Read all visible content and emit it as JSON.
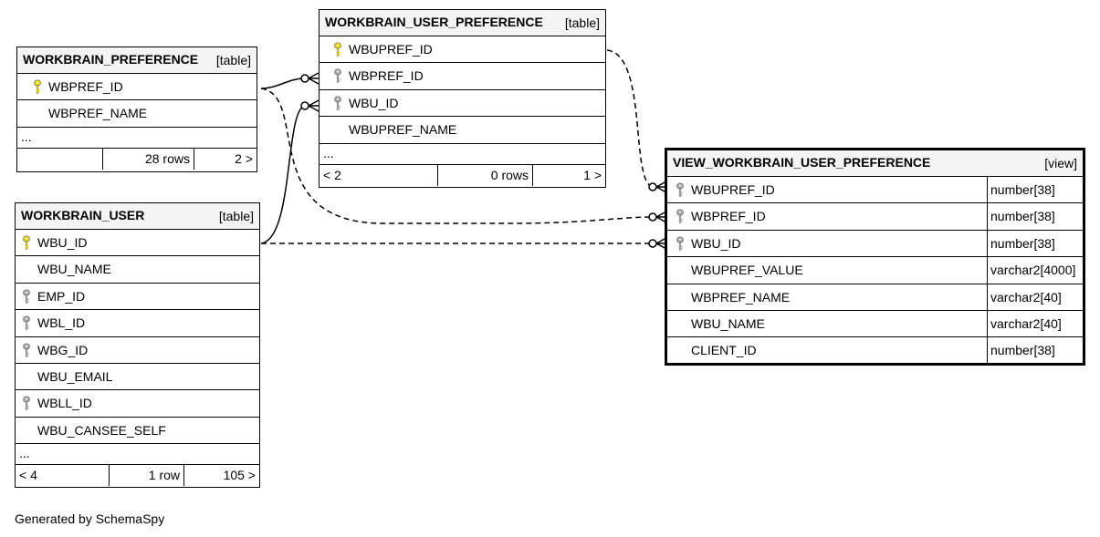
{
  "tables": {
    "workbrain_preference": {
      "name": "WORKBRAIN_PREFERENCE",
      "kind": "[table]",
      "columns": [
        {
          "name": "WBPREF_ID",
          "key": "primary"
        },
        {
          "name": "WBPREF_NAME",
          "key": "none"
        }
      ],
      "ellipsis": "...",
      "footer": {
        "left": "",
        "rows": "28 rows",
        "right": "2 >"
      }
    },
    "workbrain_user_preference": {
      "name": "WORKBRAIN_USER_PREFERENCE",
      "kind": "[table]",
      "columns": [
        {
          "name": "WBUPREF_ID",
          "key": "primary"
        },
        {
          "name": "WBPREF_ID",
          "key": "foreign"
        },
        {
          "name": "WBU_ID",
          "key": "foreign"
        },
        {
          "name": "WBUPREF_NAME",
          "key": "none"
        }
      ],
      "ellipsis": "...",
      "footer": {
        "left": "< 2",
        "rows": "0 rows",
        "right": "1 >"
      }
    },
    "workbrain_user": {
      "name": "WORKBRAIN_USER",
      "kind": "[table]",
      "columns": [
        {
          "name": "WBU_ID",
          "key": "primary"
        },
        {
          "name": "WBU_NAME",
          "key": "none"
        },
        {
          "name": "EMP_ID",
          "key": "foreign"
        },
        {
          "name": "WBL_ID",
          "key": "foreign"
        },
        {
          "name": "WBG_ID",
          "key": "foreign"
        },
        {
          "name": "WBU_EMAIL",
          "key": "none"
        },
        {
          "name": "WBLL_ID",
          "key": "foreign"
        },
        {
          "name": "WBU_CANSEE_SELF",
          "key": "none"
        }
      ],
      "ellipsis": "...",
      "footer": {
        "left": "< 4",
        "rows": "1 row",
        "right": "105 >"
      }
    },
    "view_workbrain_user_preference": {
      "name": "VIEW_WORKBRAIN_USER_PREFERENCE",
      "kind": "[view]",
      "columns": [
        {
          "name": "WBUPREF_ID",
          "key": "foreign",
          "type": "number[38]"
        },
        {
          "name": "WBPREF_ID",
          "key": "foreign",
          "type": "number[38]"
        },
        {
          "name": "WBU_ID",
          "key": "foreign",
          "type": "number[38]"
        },
        {
          "name": "WBUPREF_VALUE",
          "key": "none",
          "type": "varchar2[4000]"
        },
        {
          "name": "WBPREF_NAME",
          "key": "none",
          "type": "varchar2[40]"
        },
        {
          "name": "WBU_NAME",
          "key": "none",
          "type": "varchar2[40]"
        },
        {
          "name": "CLIENT_ID",
          "key": "none",
          "type": "number[38]"
        }
      ]
    }
  },
  "relationships": [
    {
      "from": "WORKBRAIN_PREFERENCE.WBPREF_ID",
      "to": "WORKBRAIN_USER_PREFERENCE.WBPREF_ID",
      "style": "solid"
    },
    {
      "from": "WORKBRAIN_USER.WBU_ID",
      "to": "WORKBRAIN_USER_PREFERENCE.WBU_ID",
      "style": "solid"
    },
    {
      "from": "WORKBRAIN_USER_PREFERENCE.WBUPREF_ID",
      "to": "VIEW_WORKBRAIN_USER_PREFERENCE.WBUPREF_ID",
      "style": "dashed"
    },
    {
      "from": "WORKBRAIN_PREFERENCE.WBPREF_ID",
      "to": "VIEW_WORKBRAIN_USER_PREFERENCE.WBPREF_ID",
      "style": "dashed"
    },
    {
      "from": "WORKBRAIN_USER.WBU_ID",
      "to": "VIEW_WORKBRAIN_USER_PREFERENCE.WBU_ID",
      "style": "dashed"
    }
  ],
  "credit": "Generated by SchemaSpy",
  "colors": {
    "primary_key": "#e8d800",
    "foreign_key": "#a8a8a8",
    "header_bg": "#f4f4f4"
  }
}
